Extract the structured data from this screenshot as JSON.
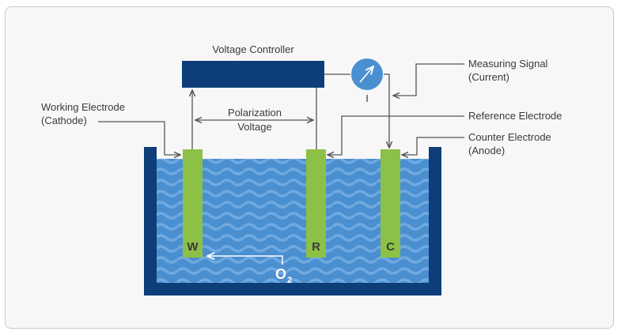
{
  "diagram": {
    "controller": {
      "label": "Voltage Controller"
    },
    "meter": {
      "label": "I"
    },
    "polarization": {
      "line1": "Polarization",
      "line2": "Voltage"
    },
    "labels": {
      "working": {
        "line1": "Working Electrode",
        "line2": "(Cathode)"
      },
      "measuring": {
        "line1": "Measuring Signal",
        "line2": "(Current)"
      },
      "reference": {
        "line1": "Reference Electrode"
      },
      "counter": {
        "line1": "Counter Electrode",
        "line2": "(Anode)"
      }
    },
    "electrodes": [
      {
        "id": "working",
        "letter": "W"
      },
      {
        "id": "reference",
        "letter": "R"
      },
      {
        "id": "counter",
        "letter": "C"
      }
    ],
    "oxygen": {
      "symbol": "O",
      "subscript": "2"
    },
    "colors": {
      "navy": "#0d3e7a",
      "electrode": "#8dc046",
      "water": "#4a8fd0",
      "wave": "#6fa9e0",
      "meter": "#4a8fd0",
      "line": "#555555",
      "frame_bg": "#f7f7f7"
    }
  }
}
